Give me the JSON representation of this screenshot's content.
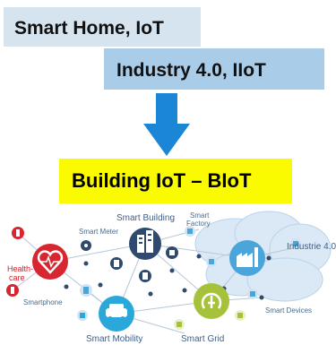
{
  "boxes": {
    "smart_home": "Smart Home, IoT",
    "industry": "Industry 4.0, IIoT",
    "biot": "Building IoT – BIoT"
  },
  "network": {
    "labels": {
      "smart_building": "Smart Building",
      "smart_factory_line1": "Smart",
      "smart_factory_line2": "Factory",
      "smart_meter": "Smart Meter",
      "industrie": "Industrie 4.0",
      "health_line1": "Health-",
      "health_line2": "care",
      "smartphone": "Smartphone",
      "smart_devices": "Smart Devices",
      "smart_mobility": "Smart Mobility",
      "smart_grid": "Smart Grid"
    }
  },
  "colors": {
    "box1": "#d5e4ef",
    "box2": "#a9cce9",
    "box3": "#fbfb00",
    "arrow": "#1b86d6",
    "health": "#d7262f",
    "building": "#2f4a6e",
    "mobility": "#2aa8d9",
    "grid": "#a6c23a",
    "industrie": "#4aa5da"
  }
}
